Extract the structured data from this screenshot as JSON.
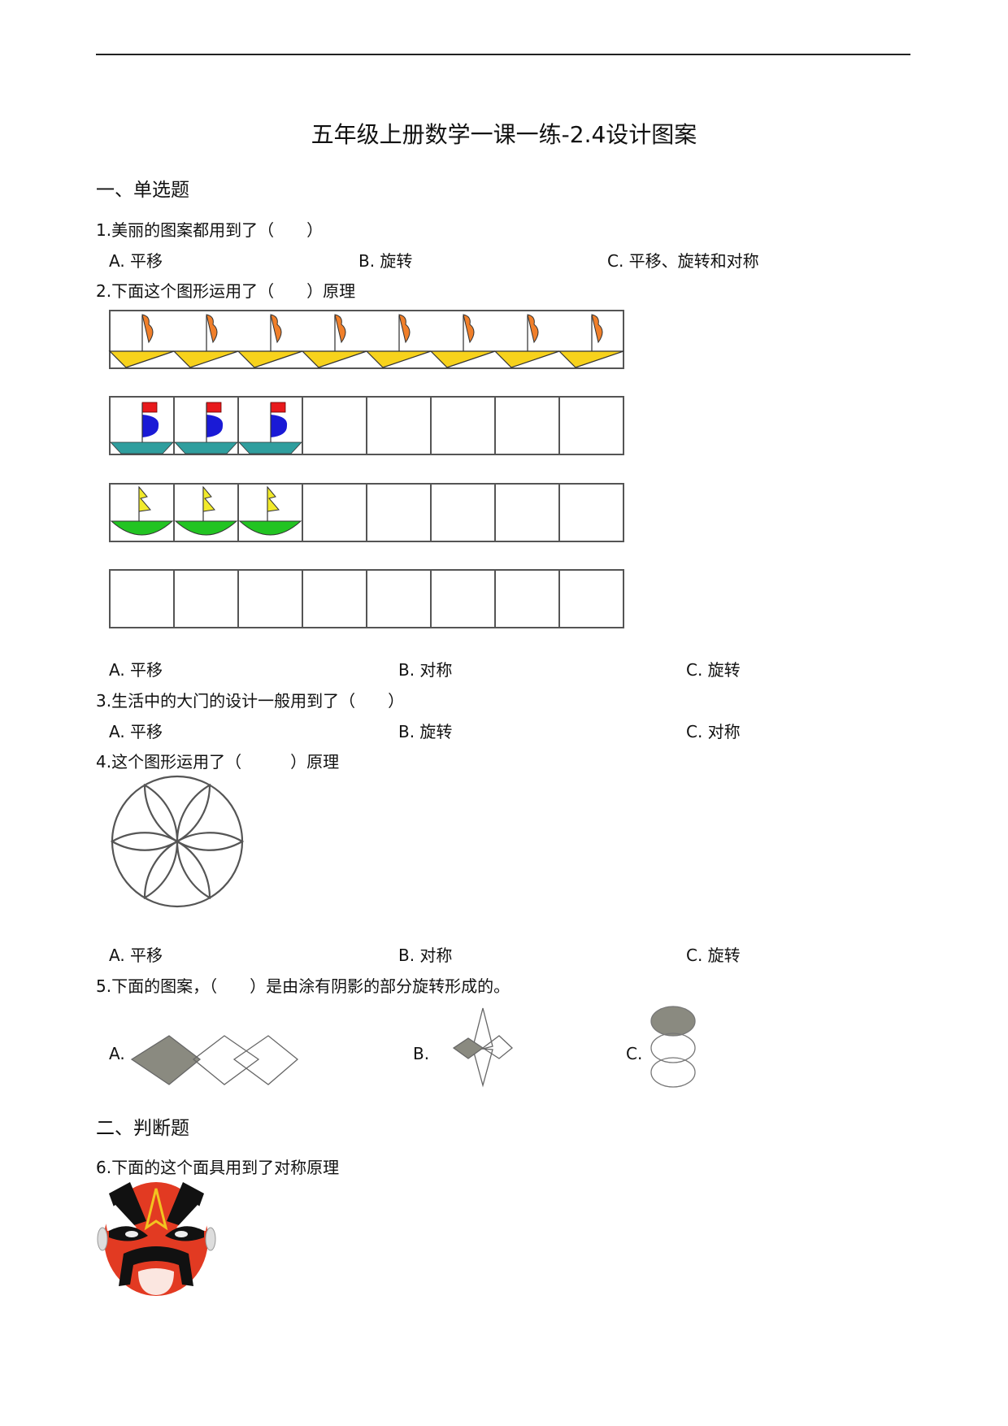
{
  "title": "五年级上册数学一课一练-2.4设计图案",
  "sections": [
    {
      "label": "一、单选题"
    },
    {
      "label": "二、判断题"
    }
  ],
  "questions": [
    {
      "text": "1.美丽的图案都用到了（　　）",
      "options": [
        "A. 平移",
        "B. 旋转",
        "C. 平移、旋转和对称"
      ]
    },
    {
      "text": "2.下面这个图形运用了（　　）原理",
      "options": [
        "A. 平移",
        "B. 对称",
        "C. 旋转"
      ]
    },
    {
      "text": "3.生活中的大门的设计一般用到了（　　）",
      "options": [
        "A. 平移",
        "B. 旋转",
        "C. 对称"
      ]
    },
    {
      "text": "4.这个图形运用了（　　　）原理",
      "options": [
        "A. 平移",
        "B. 对称",
        "C. 旋转"
      ]
    },
    {
      "text": "5.下面的图案，（　　）是由涂有阴影的部分旋转形成的。",
      "options": [
        "A.",
        "B.",
        "C."
      ]
    },
    {
      "text": "6.下面的这个面具用到了对称原理"
    }
  ],
  "colors": {
    "flag_orange": "#f07f2a",
    "hull_yellow": "#f7d21c",
    "flag_red": "#e8191c",
    "sail_blue": "#1a1ad6",
    "hull_teal": "#2f9e9e",
    "flag_yellow": "#f2ea2a",
    "hull_green": "#22c422",
    "shade_gray": "#8a8a80",
    "mask_red": "#e23a22"
  }
}
